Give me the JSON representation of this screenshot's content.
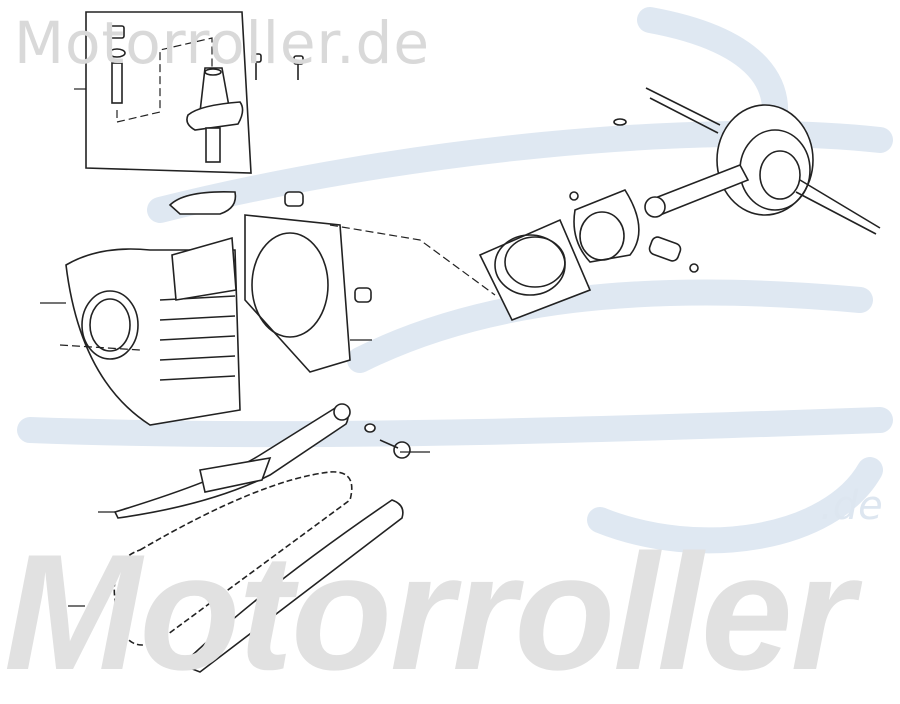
{
  "watermark": {
    "top_text": "Motorroller.de",
    "bottom_text": "Motorroller",
    "bottom_suffix": ".de"
  },
  "colors": {
    "watermark_gray": "#d9d9d9",
    "watermark_swoosh": "#dfe8f2",
    "line_art": "#222222"
  }
}
